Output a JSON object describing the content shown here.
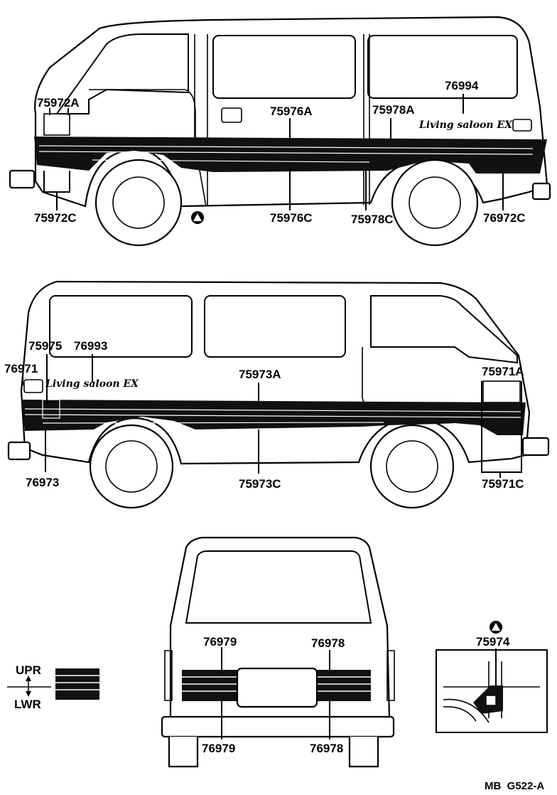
{
  "side_top": {
    "labels": {
      "a": "75972A",
      "b": "75976A",
      "c": "75978A",
      "d": "76994",
      "e": "75972C",
      "f": "75976C",
      "g": "75978C",
      "h": "76972C"
    },
    "emblem": "Living saloon EX"
  },
  "side_bottom": {
    "labels": {
      "a": "75975",
      "b": "76993",
      "c": "76971",
      "d": "75973A",
      "e": "75971A",
      "f": "76973",
      "g": "75973C",
      "h": "75971C"
    },
    "emblem": "Living saloon EX"
  },
  "rear": {
    "labels": {
      "a": "76979",
      "b": "76978",
      "c": "76979",
      "d": "76978"
    }
  },
  "legend": {
    "upper": "UPR",
    "lower": "LWR"
  },
  "detail": {
    "label": "75974"
  },
  "footer": {
    "code": "MB  G522-A"
  },
  "colors": {
    "ink": "#000000",
    "stripe": "#111111",
    "paper": "#ffffff"
  }
}
